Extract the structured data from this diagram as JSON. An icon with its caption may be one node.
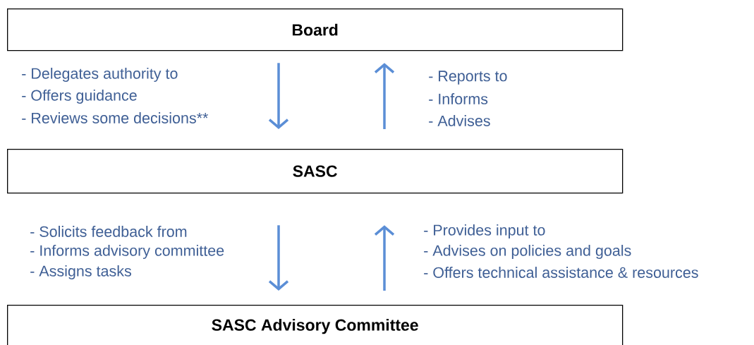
{
  "diagram": {
    "nodes": [
      {
        "text": [
          "Board"
        ]
      },
      {
        "text": [
          "SASC"
        ]
      },
      {
        "text": [
          "SASC Advisory Committee"
        ]
      }
    ],
    "edges": [
      {
        "from": 0,
        "to": 1,
        "arrow": "to"
      },
      {
        "from": 1,
        "to": 0,
        "arrow": "to"
      },
      {
        "from": 1,
        "to": 2,
        "arrow": "to"
      },
      {
        "from": 2,
        "to": 1,
        "arrow": "to"
      }
    ],
    "labels": [
      "- Delegates authority to",
      "- Offers guidance",
      "- Reviews some decisions**",
      "- Reports to",
      "- Informs",
      "- Advises",
      "- Solicits feedback from",
      "- Informs advisory committee",
      "- Assigns tasks",
      "- Provides input to",
      "- Advises on policies and goals",
      "- Offers technical assistance & resources"
    ]
  }
}
